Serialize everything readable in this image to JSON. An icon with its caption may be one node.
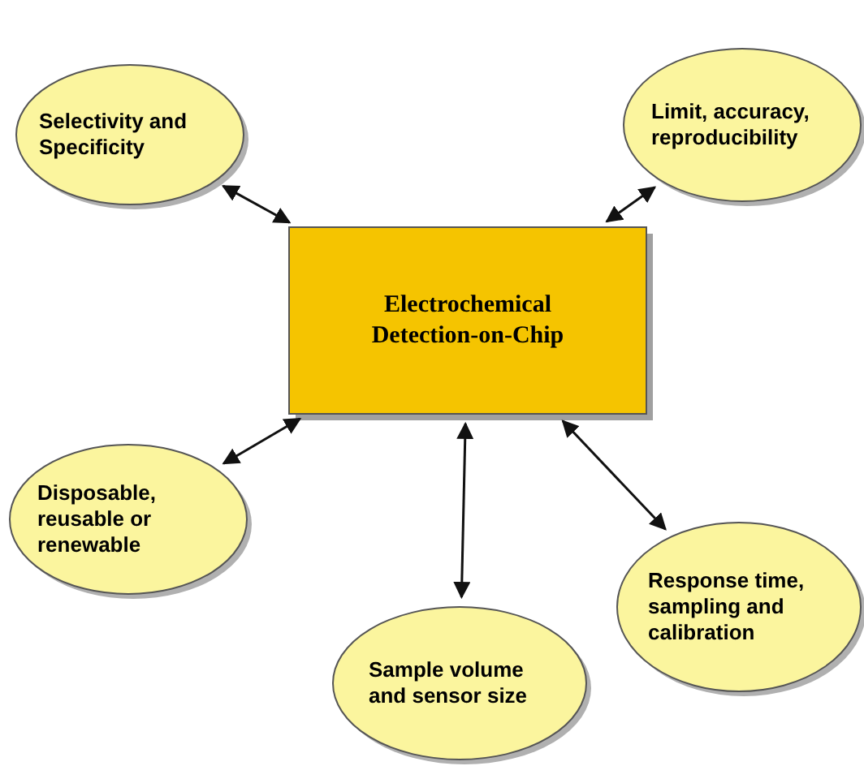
{
  "diagram": {
    "nodes": [
      {
        "text": [
          "Selectivity and Specificity"
        ]
      },
      {
        "text": [
          "Limit, accuracy, reproducibility"
        ]
      },
      {
        "text": [
          "Electrochemical Detection-on-Chip"
        ]
      },
      {
        "text": [
          "Disposable, reusable or renewable"
        ]
      },
      {
        "text": [
          "Response time, sampling and calibration"
        ]
      },
      {
        "text": [
          "Sample volume and sensor size"
        ]
      }
    ],
    "edges": [
      {
        "from": 0,
        "to": 2,
        "arrow": "both"
      },
      {
        "from": 1,
        "to": 2,
        "arrow": "both"
      },
      {
        "from": 3,
        "to": 2,
        "arrow": "both"
      },
      {
        "from": 4,
        "to": 2,
        "arrow": "both"
      },
      {
        "from": 5,
        "to": 2,
        "arrow": "both"
      }
    ]
  }
}
